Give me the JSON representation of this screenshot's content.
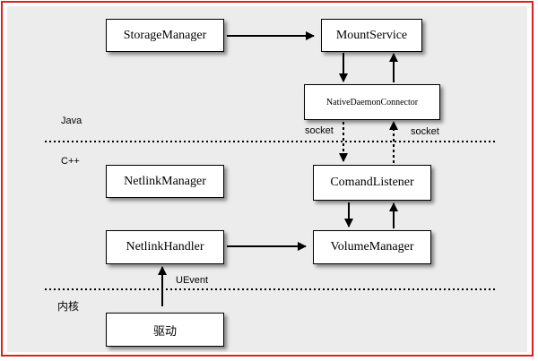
{
  "nodes": {
    "storage_manager": "StorageManager",
    "mount_service": "MountService",
    "native_daemon_connector": "NativeDaemonConnector",
    "netlink_manager": "NetlinkManager",
    "command_listener": "ComandListener",
    "netlink_handler": "NetlinkHandler",
    "volume_manager": "VolumeManager",
    "driver": "驱动"
  },
  "layers": {
    "java": "Java",
    "cpp": "C++",
    "kernel": "内核"
  },
  "edge_labels": {
    "socket_left": "socket",
    "socket_right": "socket",
    "uevent": "UEvent"
  },
  "colors": {
    "frame_border": "#e02020",
    "panel_background": "#ececec",
    "node_fill": "#ffffff",
    "line": "#000000"
  }
}
